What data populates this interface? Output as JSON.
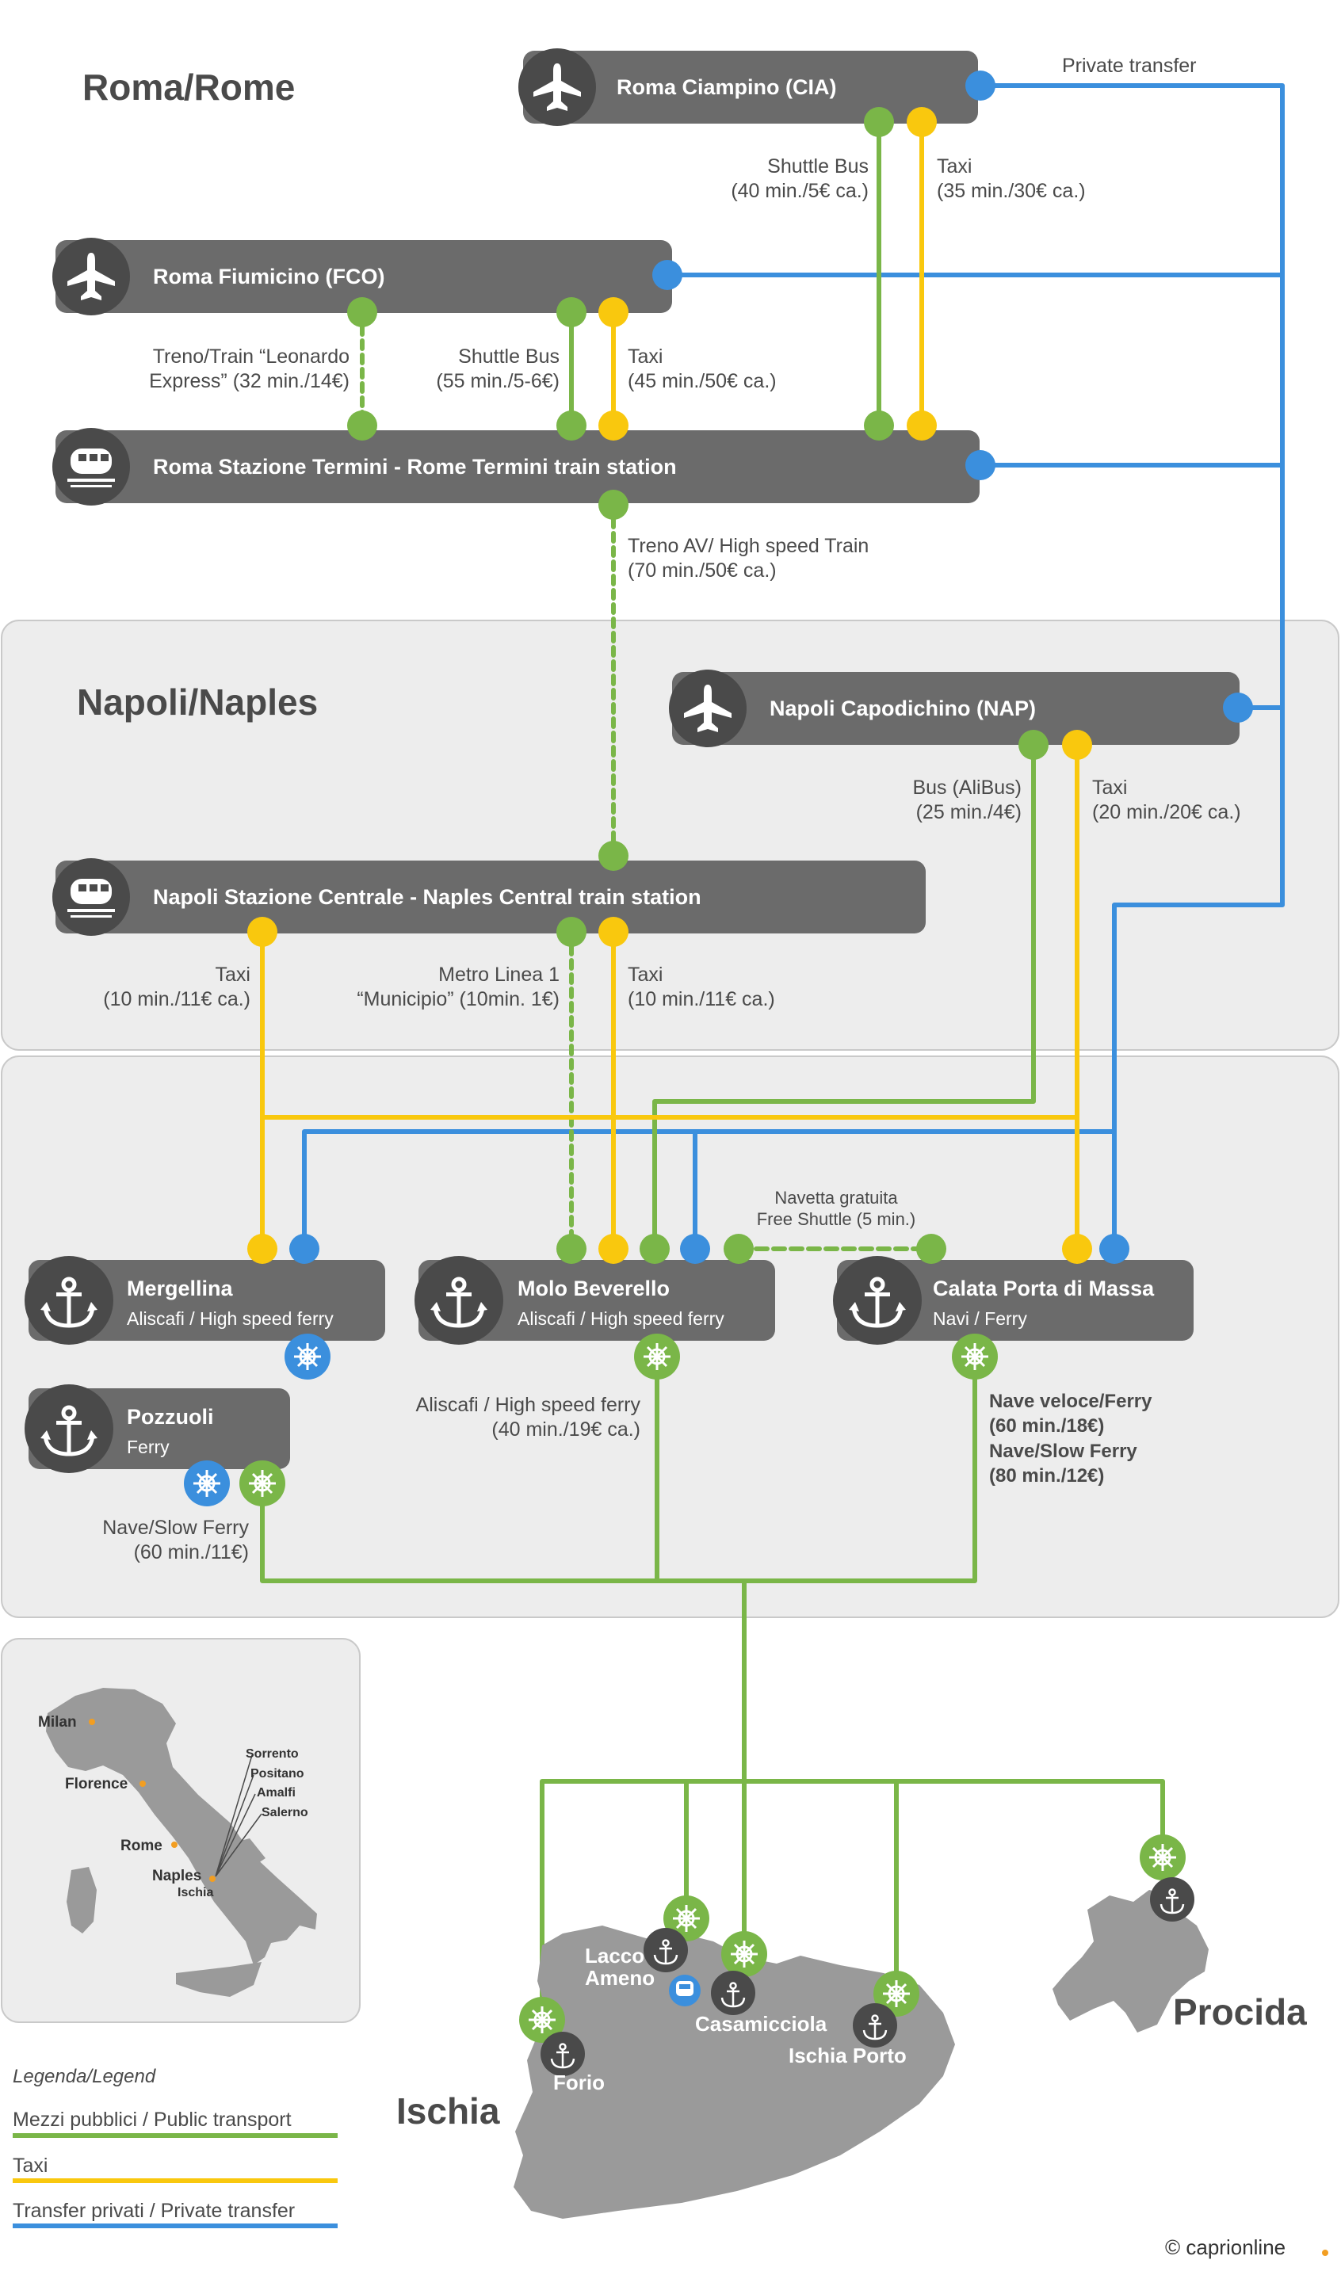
{
  "regions": {
    "rome_title": "Roma/Rome",
    "naples_title": "Napoli/Naples",
    "ischia_title": "Ischia",
    "procida_title": "Procida"
  },
  "nodes": {
    "ciampino": {
      "label": "Roma Ciampino (CIA)",
      "icon": "plane-icon"
    },
    "fiumicino": {
      "label": "Roma Fiumicino (FCO)",
      "icon": "plane-icon"
    },
    "termini": {
      "label": "Roma Stazione Termini - Rome Termini train station",
      "icon": "train-icon"
    },
    "capodichino": {
      "label": "Napoli Capodichino (NAP)",
      "icon": "plane-icon"
    },
    "centrale": {
      "label": "Napoli Stazione Centrale - Naples Central train station",
      "icon": "train-icon"
    },
    "mergellina": {
      "label": "Mergellina",
      "sub": "Aliscafi / High speed ferry",
      "icon": "anchor-icon"
    },
    "beverello": {
      "label": "Molo Beverello",
      "sub": "Aliscafi / High speed ferry",
      "icon": "anchor-icon"
    },
    "portadimassa": {
      "label": "Calata Porta di Massa",
      "sub": "Navi / Ferry",
      "icon": "anchor-icon"
    },
    "pozzuoli": {
      "label": "Pozzuoli",
      "sub": "Ferry",
      "icon": "anchor-icon"
    }
  },
  "routes": {
    "private_transfer": "Private transfer",
    "cia_shuttle": [
      "Shuttle Bus",
      "(40 min./5€ ca.)"
    ],
    "cia_taxi": [
      "Taxi",
      "(35 min./30€ ca.)"
    ],
    "fco_train": [
      "Treno/Train “Leonardo",
      "Express”  (32 min./14€)"
    ],
    "fco_shuttle": [
      "Shuttle Bus",
      "(55 min./5-6€)"
    ],
    "fco_taxi": [
      "Taxi",
      "(45 min./50€ ca.)"
    ],
    "hs_train": [
      "Treno AV/ High speed Train",
      "(70 min./50€ ca.)"
    ],
    "nap_bus": [
      "Bus (AliBus)",
      "(25 min./4€)"
    ],
    "nap_taxi": [
      "Taxi",
      "(20 min./20€ ca.)"
    ],
    "cen_taxi_left": [
      "Taxi",
      "(10 min./11€ ca.)"
    ],
    "cen_metro": [
      "Metro Linea 1",
      "“Municipio” (10min. 1€)"
    ],
    "cen_taxi_right": [
      "Taxi",
      "(10 min./11€ ca.)"
    ],
    "shuttle_free": [
      "Navetta gratuita",
      "Free Shuttle (5 min.)"
    ],
    "bev_ferry": [
      "Aliscafi / High speed ferry",
      "(40 min./19€ ca.)"
    ],
    "pdm_ferry": [
      "Nave veloce/Ferry",
      "(60 min./18€)",
      "Nave/Slow Ferry",
      "(80 min./12€)"
    ],
    "poz_ferry": [
      "Nave/Slow Ferry",
      "(60 min./11€)"
    ]
  },
  "map_labels": {
    "milan": "Milan",
    "florence": "Florence",
    "rome": "Rome",
    "naples": "Naples",
    "ischia": "Ischia",
    "coast": [
      "Sorrento",
      "Positano",
      "Amalfi",
      "Salerno"
    ]
  },
  "destinations": {
    "lacco": [
      "Lacco",
      "Ameno"
    ],
    "casamicciola": "Casamicciola",
    "ischia_porto": "Ischia Porto",
    "forio": "Forio"
  },
  "legend": {
    "title": "Legenda/Legend",
    "public": "Mezzi pubblici / Public transport",
    "taxi": "Taxi",
    "private": "Transfer privati / Private transfer"
  },
  "copyright": "© caprionline",
  "colors": {
    "public": "#7ab648",
    "taxi": "#f9c80e",
    "private": "#3b8fdd",
    "node": "#6b6b6b",
    "icon_circle": "#4a4a4a",
    "panel": "#ededed",
    "island": "#9a9a9a"
  }
}
